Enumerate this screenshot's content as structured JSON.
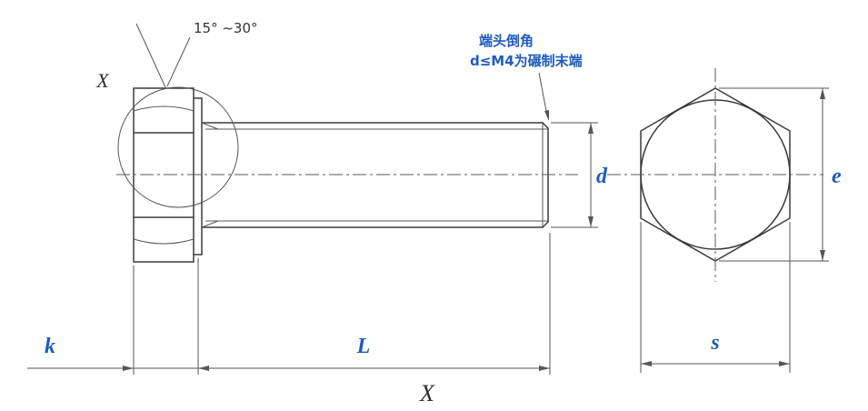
{
  "colors": {
    "dim_text": "#1d5bc4",
    "note_text": "#1d5bc4"
  },
  "annotations": {
    "angle": "15° ~30°",
    "note_line1": "端头倒角",
    "note_line2": "d≤M4为碾制末端"
  },
  "view_labels": {
    "detail": "X",
    "section": "X"
  },
  "dimensions": {
    "head_height": "k",
    "length": "L",
    "diameter": "d",
    "across_corners": "e",
    "across_flats": "s"
  }
}
